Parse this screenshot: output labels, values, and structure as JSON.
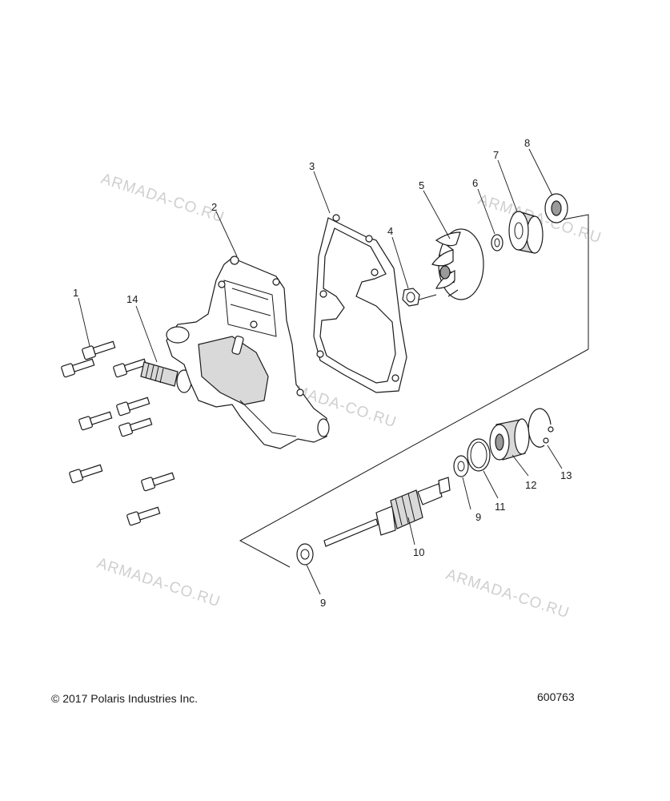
{
  "watermarks": [
    "ARMADA-CO.RU",
    "ARMADA-CO.RU",
    "ARMADA-CO.RU",
    "ARMADA-CO.RU",
    "ARMADA-CO.RU"
  ],
  "callouts": [
    "1",
    "2",
    "3",
    "4",
    "5",
    "6",
    "7",
    "8",
    "9",
    "10",
    "11",
    "12",
    "9",
    "13",
    "14"
  ],
  "copyright": "© 2017 Polaris Industries Inc.",
  "diagram_number": "600763"
}
